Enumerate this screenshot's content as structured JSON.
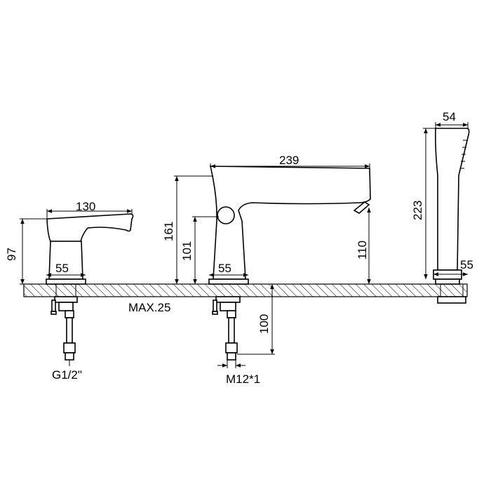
{
  "dimensions": {
    "basin_handle_length": "130",
    "basin_height": "97",
    "basin_base_width": "55",
    "spout_length": "239",
    "spout_height": "161",
    "spout_valve_height": "101",
    "spout_base_width": "55",
    "spout_outlet_height": "110",
    "shower_head_width": "54",
    "shower_height": "223",
    "shower_base_width": "55",
    "max_deck_thickness": "MAX.25",
    "hose_length": "100",
    "inlet_thread": "G1/2\"",
    "stud_thread": "M12*1"
  }
}
